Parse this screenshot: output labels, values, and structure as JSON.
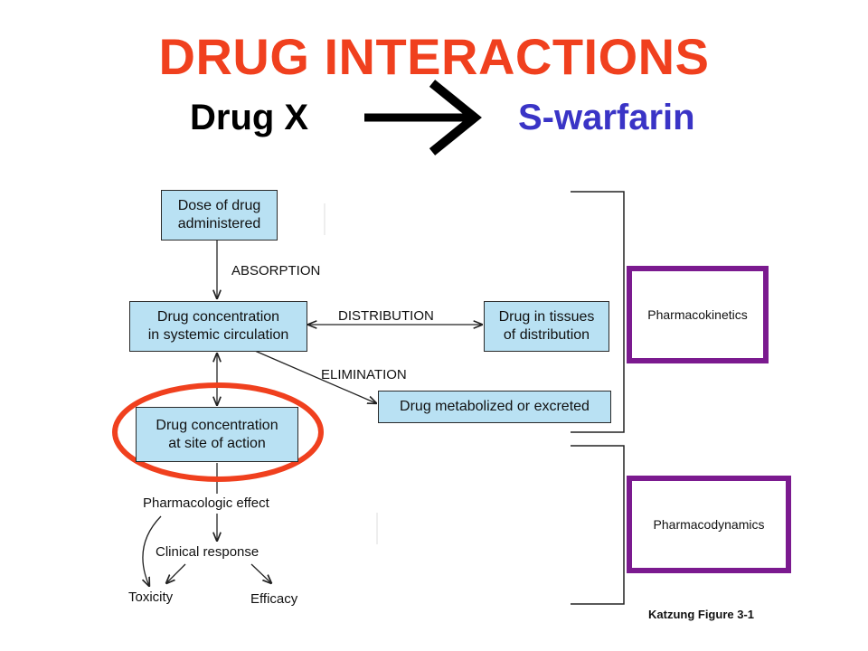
{
  "slide": {
    "title": "DRUG INTERACTIONS",
    "left_term": "Drug X",
    "right_term": "S-warfarin",
    "colors": {
      "title": "#f0401e",
      "right_term": "#3a34c6",
      "box_fill": "#b9e1f3",
      "highlight": "#f0401e",
      "category_border": "#7b1a8f"
    }
  },
  "diagram": {
    "boxes": {
      "dose": [
        "Dose of drug",
        "administered"
      ],
      "systemic": [
        "Drug concentration",
        "in systemic circulation"
      ],
      "tissues": [
        "Drug in tissues",
        "of distribution"
      ],
      "metabolized": "Drug metabolized or excreted",
      "site": [
        "Drug concentration",
        "at site of action"
      ]
    },
    "processes": {
      "absorption": "ABSORPTION",
      "distribution": "DISTRIBUTION",
      "elimination": "ELIMINATION"
    },
    "outcomes": {
      "effect": "Pharmacologic effect",
      "response": "Clinical response",
      "toxicity": "Toxicity",
      "efficacy": "Efficacy"
    },
    "categories": {
      "pharmacokinetics": "Pharmacokinetics",
      "pharmacodynamics": "Pharmacodynamics"
    }
  },
  "caption": "Katzung Figure 3-1"
}
